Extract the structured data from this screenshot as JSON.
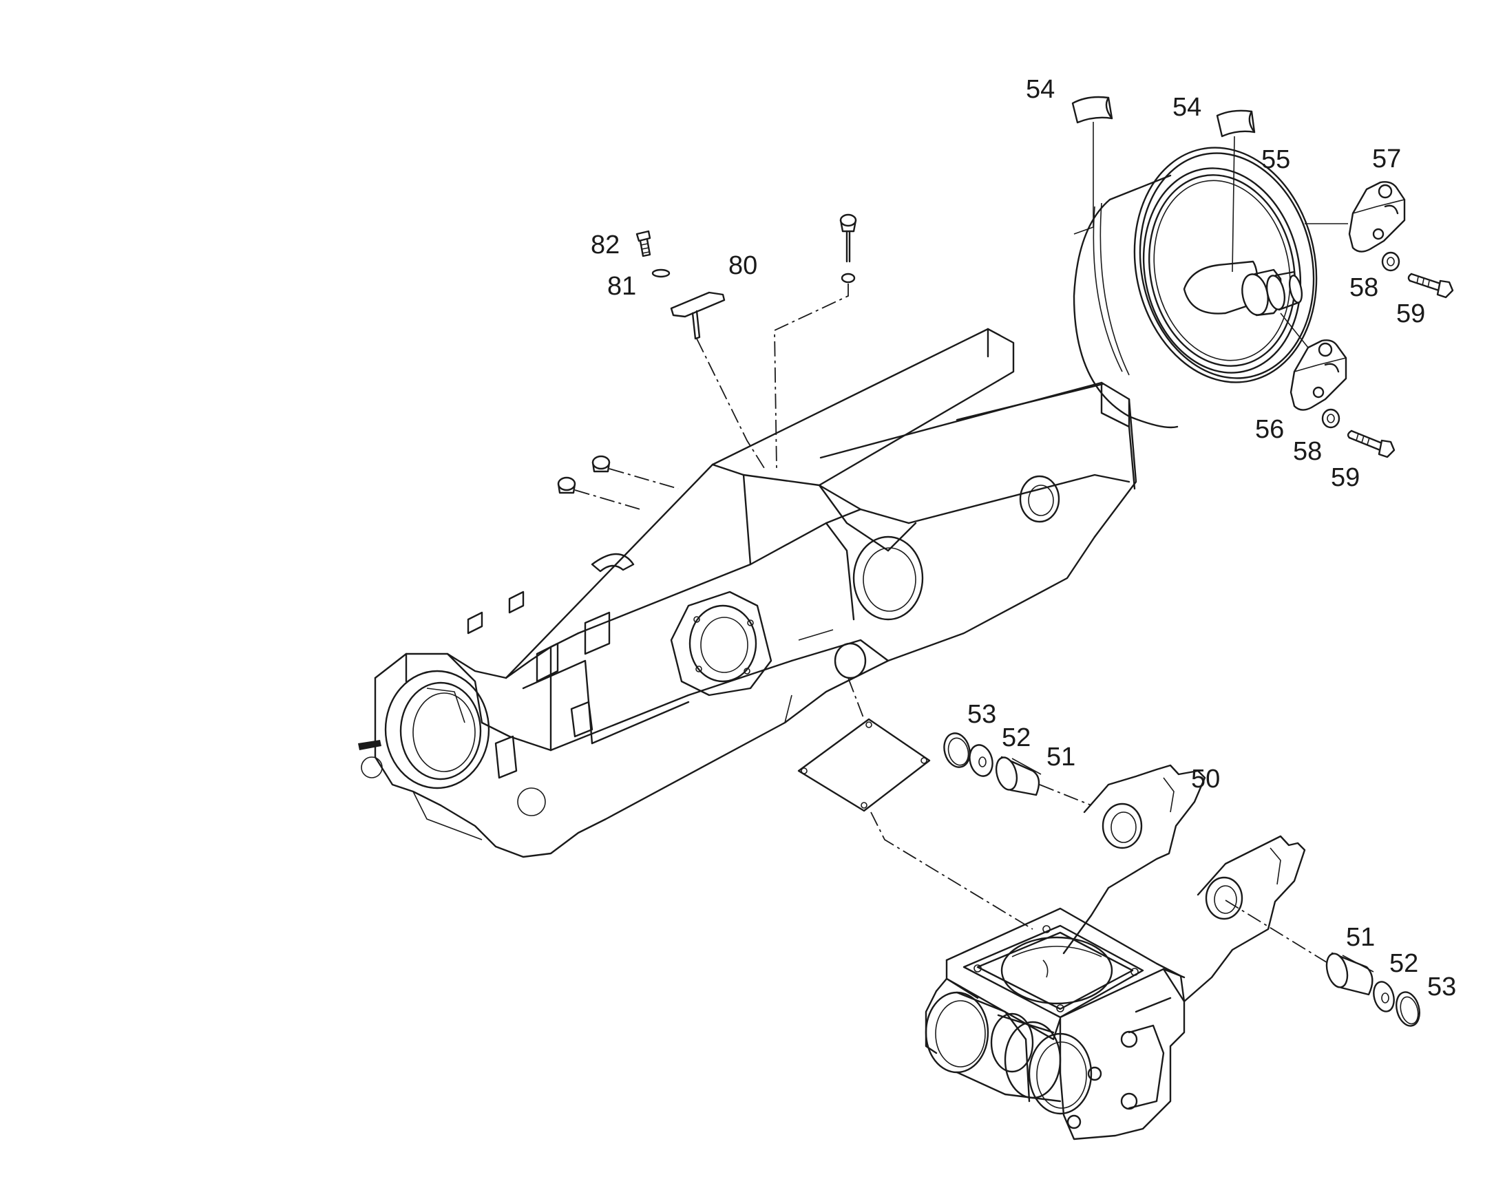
{
  "labels": {
    "l54a": "54",
    "l54b": "54",
    "l55": "55",
    "l57": "57",
    "l58a": "58",
    "l59a": "59",
    "l56": "56",
    "l58b": "58",
    "l59b": "59",
    "l82": "82",
    "l81": "81",
    "l80": "80",
    "l53a": "53",
    "l52a": "52",
    "l51a": "51",
    "l50": "50",
    "l51b": "51",
    "l52b": "52",
    "l53b": "53"
  },
  "colors": {
    "line": "#1a1a1a",
    "background": "#ffffff"
  }
}
